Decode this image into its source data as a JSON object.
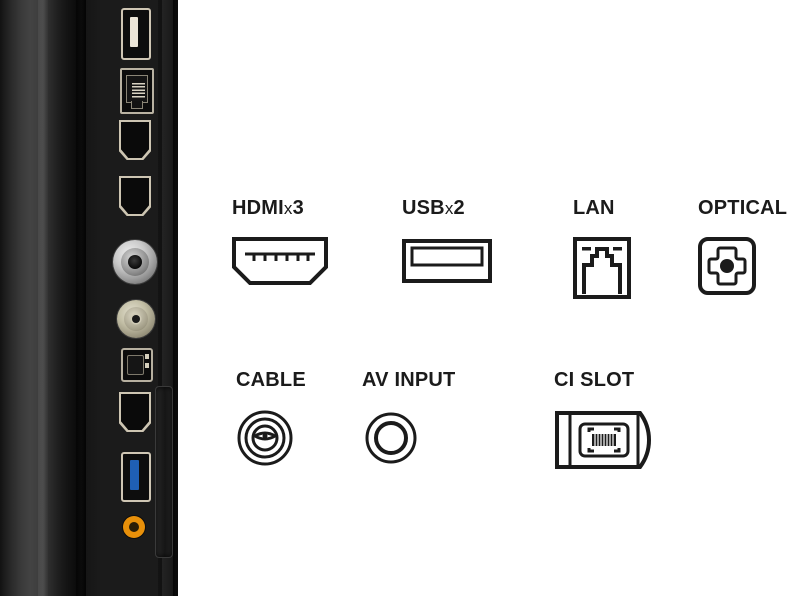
{
  "image": {
    "kind": "tv-connectivity-product-image",
    "background_color": "#ffffff"
  },
  "tv_panel": {
    "description": "Side connector panel of a television",
    "body_color": "#1b1b1b",
    "ports": [
      {
        "name": "usb-port-top",
        "type": "USB",
        "accent_color": "#ece6d8"
      },
      {
        "name": "lan-port",
        "type": "LAN",
        "accent_color": "#d8d2c2"
      },
      {
        "name": "hdmi-port-1",
        "type": "HDMI",
        "accent_color": "#cdc5b2"
      },
      {
        "name": "hdmi-port-2",
        "type": "HDMI",
        "accent_color": "#cdc5b2"
      },
      {
        "name": "satellite-port",
        "type": "SATELLITE",
        "accent_color": "#c9c9c9"
      },
      {
        "name": "antenna-port",
        "type": "ANTENNA",
        "accent_color": "#c3bfa6"
      },
      {
        "name": "optical-port",
        "type": "OPTICAL",
        "accent_color": "#b7b0a0"
      },
      {
        "name": "hdmi-port-3",
        "type": "HDMI",
        "accent_color": "#cdc5b2"
      },
      {
        "name": "usb3-port",
        "type": "USB 3.0",
        "accent_color": "#1f5fb4"
      },
      {
        "name": "av-input-jack",
        "type": "AV INPUT",
        "accent_color": "#e8900a"
      },
      {
        "name": "ci-slot",
        "type": "CI SLOT",
        "accent_color": "#2a2a2a"
      }
    ]
  },
  "legend": {
    "rows": [
      {
        "items": [
          {
            "label": "HDMI",
            "multiplier": "x",
            "count": "3",
            "icon": "hdmi-icon"
          },
          {
            "label": "USB",
            "multiplier": "x",
            "count": "2",
            "icon": "usb-icon"
          },
          {
            "label": "LAN",
            "multiplier": "",
            "count": "",
            "icon": "lan-icon"
          },
          {
            "label": "OPTICAL",
            "multiplier": "",
            "count": "",
            "icon": "optical-icon"
          }
        ]
      },
      {
        "items": [
          {
            "label": "CABLE",
            "multiplier": "",
            "count": "",
            "icon": "cable-icon"
          },
          {
            "label": "AV INPUT",
            "multiplier": "",
            "count": "",
            "icon": "av-input-icon"
          },
          {
            "label": "CI SLOT",
            "multiplier": "",
            "count": "",
            "icon": "ci-slot-icon"
          }
        ]
      }
    ],
    "text_color": "#1b1b1b"
  }
}
